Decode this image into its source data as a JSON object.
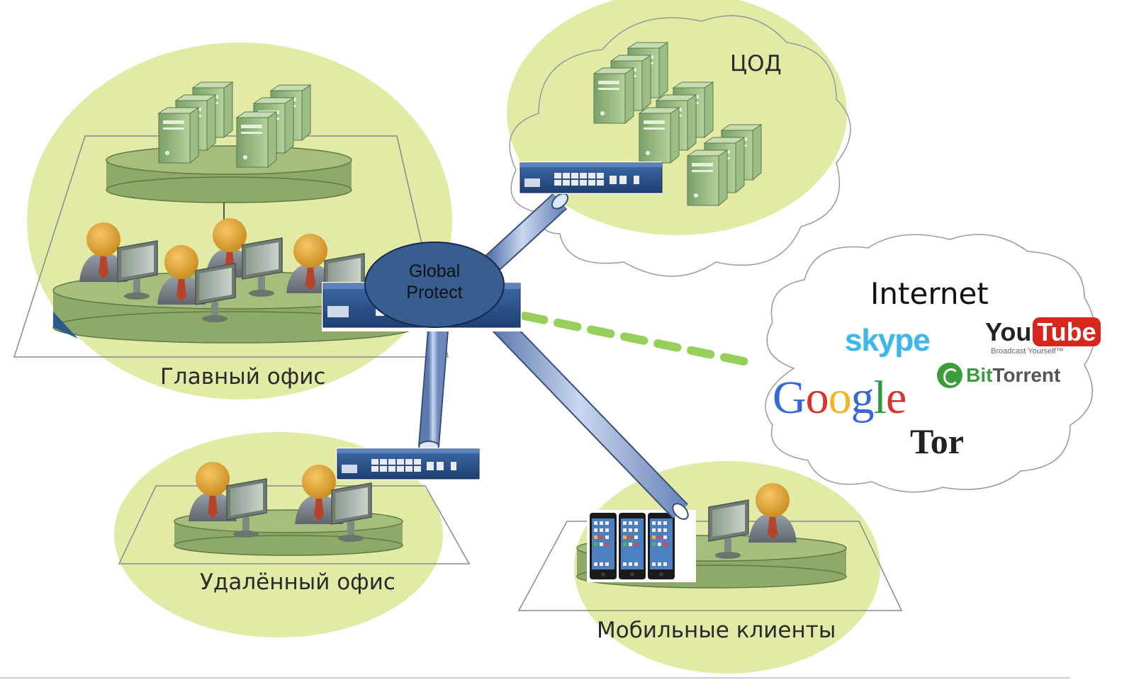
{
  "sites": {
    "main_office": {
      "label": "Главный офис"
    },
    "remote_office": {
      "label": "Удалённый офис"
    },
    "mobile_clients": {
      "label": "Мобильные клиенты"
    },
    "datacenter": {
      "label": "ЦОД"
    },
    "internet": {
      "label": "Internet"
    }
  },
  "global_protect": {
    "line1": "Global",
    "line2": "Protect"
  },
  "internet_logos": {
    "skype": "skype",
    "youtube_you": "You",
    "youtube_tube": "Tube",
    "youtube_tagline": "Broadcast Yourself™",
    "bittorrent_b": "Bit",
    "bittorrent_rest": "Torrent",
    "google_letters": [
      "G",
      "o",
      "o",
      "g",
      "l",
      "e"
    ],
    "google_colors": [
      "#3a67d6",
      "#d6362c",
      "#f1b521",
      "#3a67d6",
      "#2f9a3e",
      "#d6362c"
    ],
    "tor": "Tor"
  },
  "colors": {
    "zone_fill": "#e2eaa6",
    "platform_fill": "#8fa968",
    "platform_edge": "#5f7a45",
    "tube": "#a9bde0",
    "tube_edge": "#3a4f78",
    "gp_fill": "#385e8f",
    "dashed_link": "#96cf5a",
    "cloud_stroke": "#9a9a9a"
  }
}
